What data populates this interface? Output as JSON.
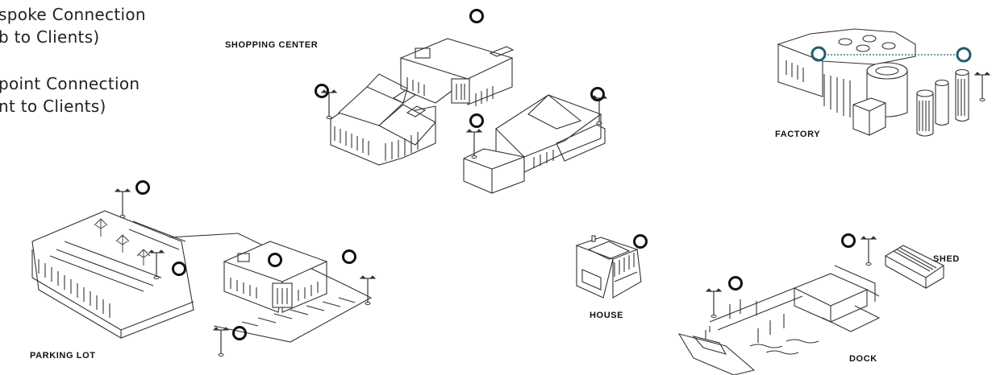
{
  "legend": {
    "line1": "spoke Connection",
    "line2": "b to Clients)",
    "line3": "point Connection",
    "line4": "nt to Clients)"
  },
  "labels": {
    "shopping_center": "SHOPPING CENTER",
    "factory": "FACTORY",
    "parking_lot": "PARKING LOT",
    "house": "HOUSE",
    "shed": "SHED",
    "dock": "DOCK"
  },
  "colors": {
    "line": "#333333",
    "marker": "#111111",
    "marker_alt": "#1f5f6b",
    "link": "#1f5f6b"
  }
}
